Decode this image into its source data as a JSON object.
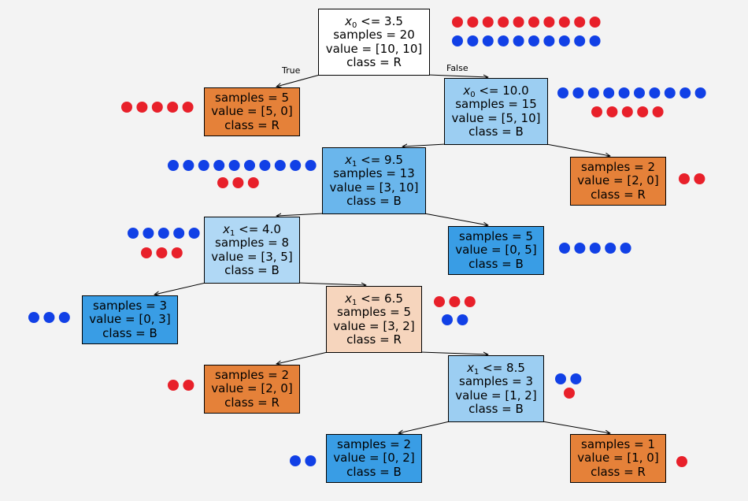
{
  "colors": {
    "orange_dark": "#e58139",
    "orange_light": "#f6d5bd",
    "blue_dark": "#399de5",
    "blue_mid": "#6ab6ec",
    "blue_light": "#9ccef2",
    "blue_pale": "#b0d8f5",
    "white": "#ffffff",
    "dot_red": "#e8202a",
    "dot_blue": "#1140e6"
  },
  "edge_labels": {
    "true": "True",
    "false": "False"
  },
  "nodes": [
    {
      "id": "n0",
      "split": {
        "var": "x",
        "sub": "0",
        "op": "<= 3.5"
      },
      "samples": "samples = 20",
      "value": "value = [10, 10]",
      "class": "class = R",
      "fill": "white"
    },
    {
      "id": "n1",
      "samples": "samples = 5",
      "value": "value = [5, 0]",
      "class": "class = R",
      "fill": "orange_dark"
    },
    {
      "id": "n2",
      "split": {
        "var": "x",
        "sub": "0",
        "op": "<= 10.0"
      },
      "samples": "samples = 15",
      "value": "value = [5, 10]",
      "class": "class = B",
      "fill": "blue_light"
    },
    {
      "id": "n3",
      "split": {
        "var": "x",
        "sub": "1",
        "op": "<= 9.5"
      },
      "samples": "samples = 13",
      "value": "value = [3, 10]",
      "class": "class = B",
      "fill": "blue_mid"
    },
    {
      "id": "n4",
      "samples": "samples = 2",
      "value": "value = [2, 0]",
      "class": "class = R",
      "fill": "orange_dark"
    },
    {
      "id": "n5",
      "split": {
        "var": "x",
        "sub": "1",
        "op": "<= 4.0"
      },
      "samples": "samples = 8",
      "value": "value = [3, 5]",
      "class": "class = B",
      "fill": "blue_pale"
    },
    {
      "id": "n6",
      "samples": "samples = 5",
      "value": "value = [0, 5]",
      "class": "class = B",
      "fill": "blue_dark"
    },
    {
      "id": "n7",
      "samples": "samples = 3",
      "value": "value = [0, 3]",
      "class": "class = B",
      "fill": "blue_dark"
    },
    {
      "id": "n8",
      "split": {
        "var": "x",
        "sub": "1",
        "op": "<= 6.5"
      },
      "samples": "samples = 5",
      "value": "value = [3, 2]",
      "class": "class = R",
      "fill": "orange_light"
    },
    {
      "id": "n9",
      "samples": "samples = 2",
      "value": "value = [2, 0]",
      "class": "class = R",
      "fill": "orange_dark"
    },
    {
      "id": "n10",
      "split": {
        "var": "x",
        "sub": "1",
        "op": "<= 8.5"
      },
      "samples": "samples = 3",
      "value": "value = [1, 2]",
      "class": "class = B",
      "fill": "blue_light"
    },
    {
      "id": "n11",
      "samples": "samples = 2",
      "value": "value = [0, 2]",
      "class": "class = B",
      "fill": "blue_dark"
    },
    {
      "id": "n12",
      "samples": "samples = 1",
      "value": "value = [1, 0]",
      "class": "class = R",
      "fill": "orange_dark"
    }
  ],
  "edges": [
    {
      "from": "n0",
      "to": "n1",
      "label": "true"
    },
    {
      "from": "n0",
      "to": "n2",
      "label": "false"
    },
    {
      "from": "n2",
      "to": "n3"
    },
    {
      "from": "n2",
      "to": "n4"
    },
    {
      "from": "n3",
      "to": "n5"
    },
    {
      "from": "n3",
      "to": "n6"
    },
    {
      "from": "n5",
      "to": "n7"
    },
    {
      "from": "n5",
      "to": "n8"
    },
    {
      "from": "n8",
      "to": "n9"
    },
    {
      "from": "n8",
      "to": "n10"
    },
    {
      "from": "n10",
      "to": "n11"
    },
    {
      "from": "n10",
      "to": "n12"
    }
  ],
  "sample_dots": {
    "n0": {
      "red": 10,
      "blue": 10
    },
    "n1": {
      "red": 5,
      "blue": 0
    },
    "n2": {
      "red": 5,
      "blue": 10
    },
    "n3": {
      "red": 3,
      "blue": 10
    },
    "n4": {
      "red": 2,
      "blue": 0
    },
    "n5": {
      "red": 3,
      "blue": 5
    },
    "n6": {
      "red": 0,
      "blue": 5
    },
    "n7": {
      "red": 0,
      "blue": 3
    },
    "n8": {
      "red": 3,
      "blue": 2
    },
    "n9": {
      "red": 2,
      "blue": 0
    },
    "n10": {
      "red": 1,
      "blue": 2
    },
    "n11": {
      "red": 0,
      "blue": 2
    },
    "n12": {
      "red": 1,
      "blue": 0
    }
  }
}
